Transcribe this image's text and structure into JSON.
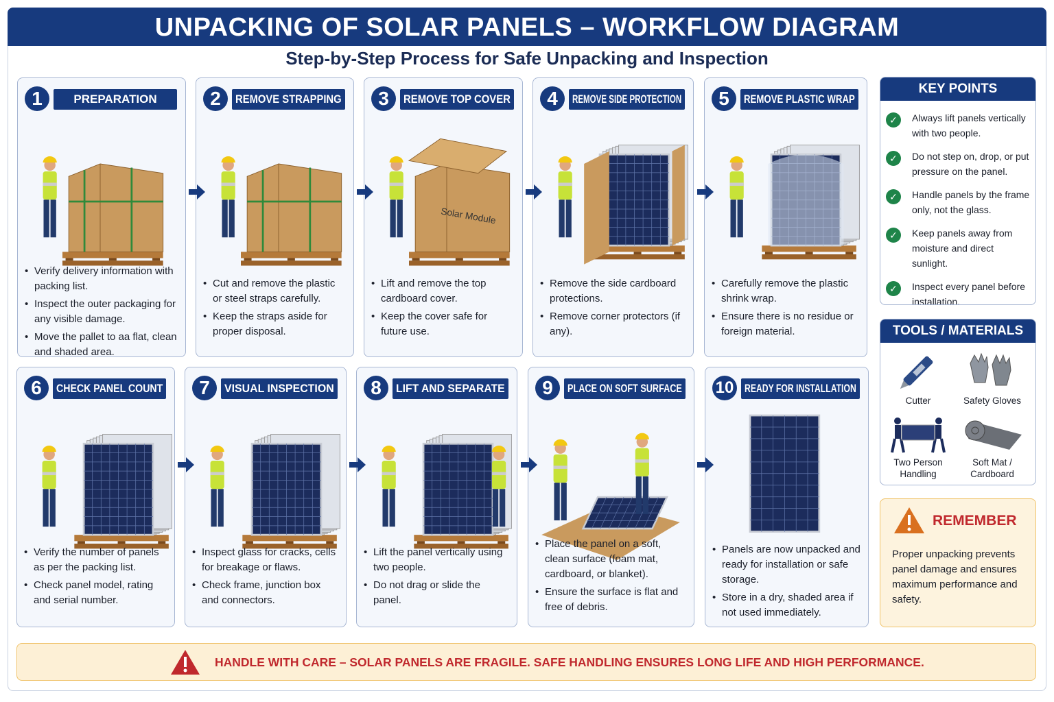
{
  "header": {
    "title": "UNPACKING OF SOLAR PANELS – WORKFLOW DIAGRAM",
    "subtitle": "Step-by-Step Process for Safe Unpacking and Inspection"
  },
  "steps": [
    {
      "number": "1",
      "title": "PREPARATION",
      "illustration": "box-clipboard",
      "bullets": [
        "Verify delivery information with packing list.",
        "Inspect the outer packaging for any visible damage.",
        "Move the pallet to aa flat, clean and shaded area."
      ]
    },
    {
      "number": "2",
      "title": "REMOVE STRAPPING",
      "illustration": "box-cutter",
      "bullets": [
        "Cut and remove the plastic or steel straps carefully.",
        "Keep the straps aside for proper disposal."
      ]
    },
    {
      "number": "3",
      "title": "REMOVE TOP COVER",
      "illustration": "box-open",
      "box_label": "Solar Module",
      "bullets": [
        "Lift and remove the top cardboard cover.",
        "Keep the cover safe for future use."
      ]
    },
    {
      "number": "4",
      "title": "REMOVE SIDE PROTECTION",
      "illustration": "panels-side",
      "bullets": [
        "Remove the side cardboard protections.",
        "Remove corner protectors (if any)."
      ]
    },
    {
      "number": "5",
      "title": "REMOVE PLASTIC WRAP",
      "illustration": "panels-wrap",
      "bullets": [
        "Carefully remove the plastic shrink wrap.",
        "Ensure there is no residue or foreign material."
      ]
    },
    {
      "number": "6",
      "title": "CHECK PANEL COUNT",
      "illustration": "panels-count",
      "bullets": [
        "Verify the number of panels as per the packing list.",
        "Check panel model, rating and serial number."
      ]
    },
    {
      "number": "7",
      "title": "VISUAL INSPECTION",
      "illustration": "panels-inspect",
      "bullets": [
        "Inspect glass for cracks, cells for breakage or flaws.",
        "Check frame, junction box and connectors."
      ]
    },
    {
      "number": "8",
      "title": "LIFT AND SEPARATE",
      "illustration": "panels-lift",
      "bullets": [
        "Lift the panel vertically using two people.",
        "Do not drag or slide the panel."
      ]
    },
    {
      "number": "9",
      "title": "PLACE ON SOFT SURFACE",
      "illustration": "panel-mat",
      "bullets": [
        "Place the panel on a soft, clean surface (foam mat, cardboard, or blanket).",
        "Ensure the surface is flat and free of debris."
      ]
    },
    {
      "number": "10",
      "title": "READY FOR INSTALLATION",
      "illustration": "panel-single",
      "bullets": [
        "Panels are now unpacked and ready for installation or safe storage.",
        "Store in a dry, shaded area if not used immediately."
      ]
    }
  ],
  "key_points": {
    "title": "KEY POINTS",
    "items": [
      "Always lift panels vertically with two people.",
      "Do not step on, drop, or put pressure on the panel.",
      "Handle panels by the frame only, not the glass.",
      "Keep panels away from moisture and direct sunlight.",
      "Inspect every panel before installation."
    ]
  },
  "tools": {
    "title": "TOOLS / MATERIALS",
    "items": [
      {
        "label": "Cutter",
        "icon": "cutter-icon"
      },
      {
        "label": "Safety Gloves",
        "icon": "gloves-icon"
      },
      {
        "label": "Two Person Handling",
        "icon": "two-person-icon"
      },
      {
        "label": "Soft Mat / Cardboard",
        "icon": "mat-roll-icon"
      }
    ]
  },
  "remember": {
    "title": "REMEMBER",
    "text": "Proper unpacking prevents panel damage and ensures maximum performance and safety."
  },
  "banner": {
    "text": "HANDLE WITH CARE – SOLAR PANELS ARE FRAGILE. SAFE HANDLING ENSURES LONG LIFE AND HIGH PERFORMANCE."
  },
  "colors": {
    "primary": "#173a7e",
    "check": "#1e8449",
    "warning": "#c0282d",
    "warning_bg": "#fdf0d6",
    "cardboard": "#c99a5e",
    "panel": "#1c2c5c"
  }
}
